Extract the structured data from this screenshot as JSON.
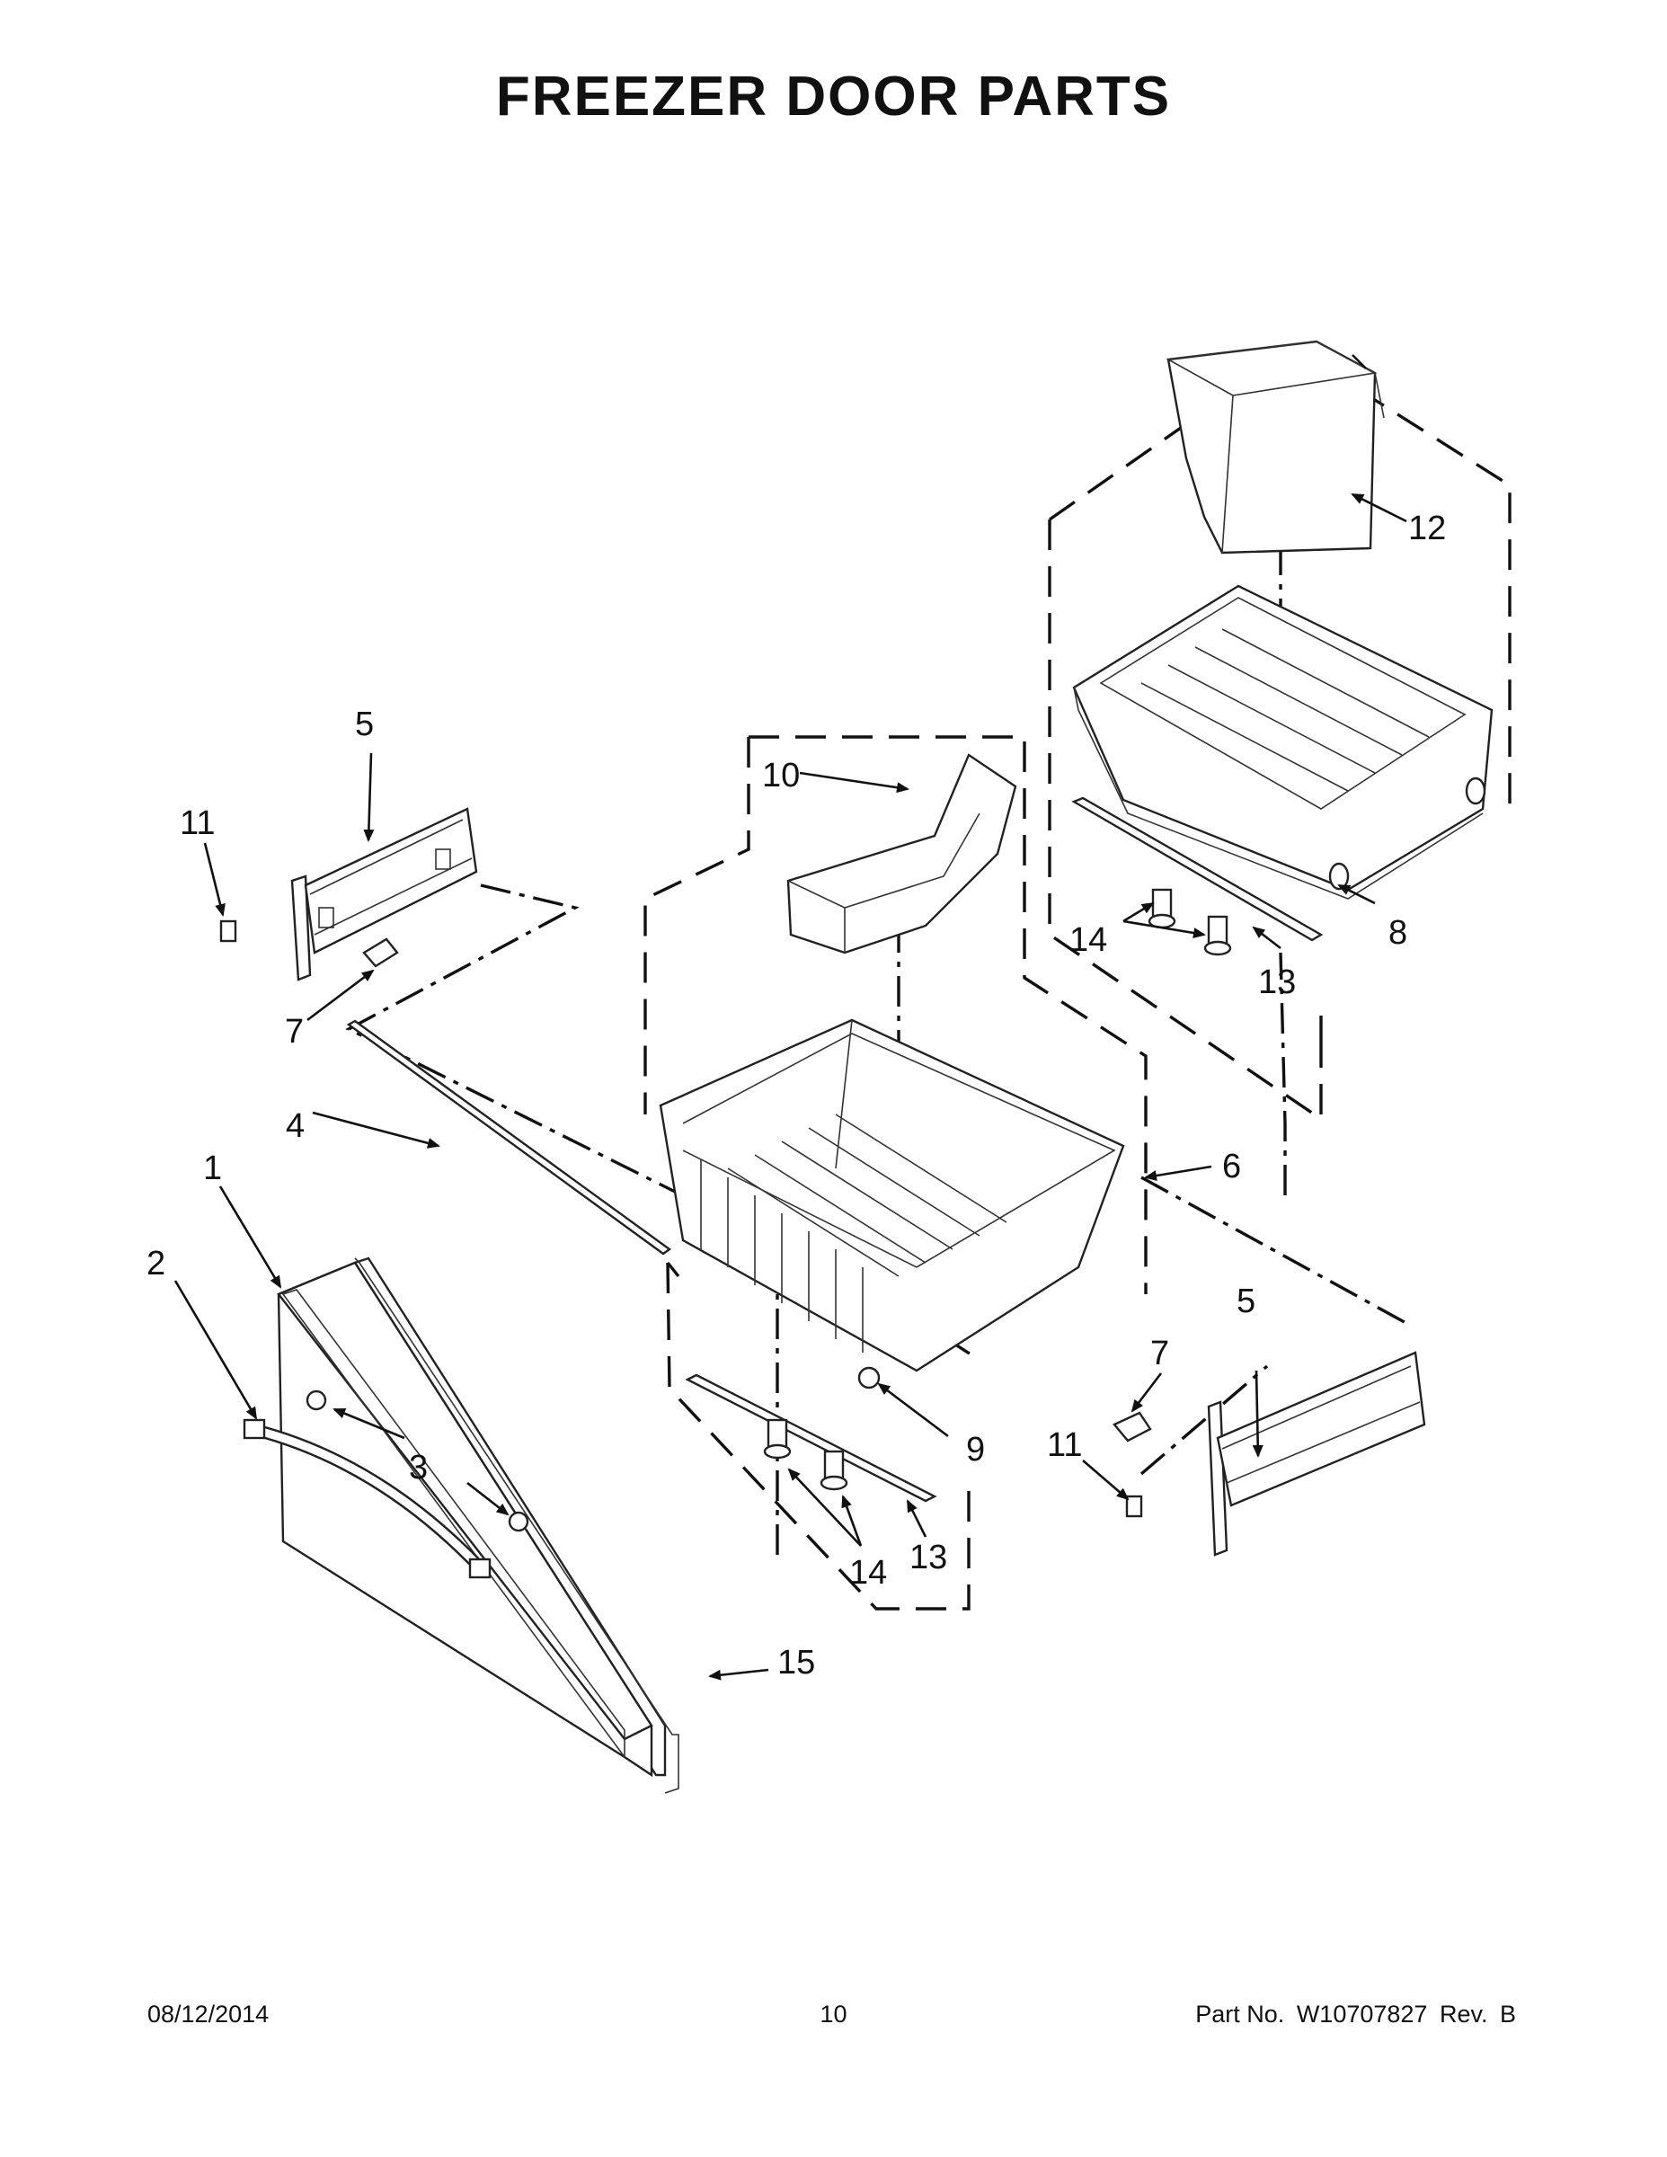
{
  "page": {
    "title": "FREEZER DOOR PARTS",
    "footer": {
      "date": "08/12/2014",
      "page_number": "10",
      "part_no_label": "Part No.",
      "part_no": "W10707827",
      "rev_label": "Rev.",
      "rev": "B"
    }
  },
  "callouts": {
    "c1": "1",
    "c2": "2",
    "c3": "3",
    "c4": "4",
    "c5a": "5",
    "c5b": "5",
    "c6": "6",
    "c7a": "7",
    "c7b": "7",
    "c8": "8",
    "c9": "9",
    "c10": "10",
    "c11a": "11",
    "c11b": "11",
    "c12": "12",
    "c13a": "13",
    "c13b": "13",
    "c14a": "14",
    "c14b": "14",
    "c15": "15"
  }
}
